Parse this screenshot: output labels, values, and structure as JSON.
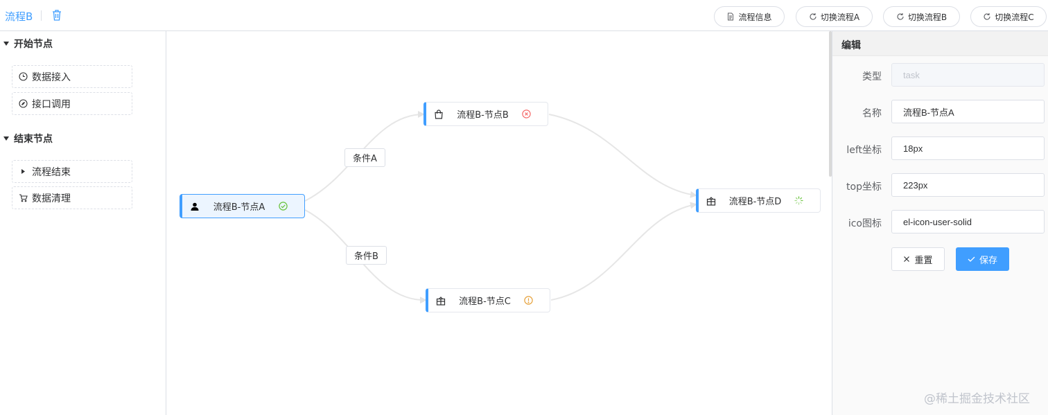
{
  "header": {
    "flow_title": "流程B",
    "buttons": [
      {
        "label": "流程信息",
        "icon": "document-icon"
      },
      {
        "label": "切换流程A",
        "icon": "refresh-icon"
      },
      {
        "label": "切换流程B",
        "icon": "refresh-icon"
      },
      {
        "label": "切换流程C",
        "icon": "refresh-icon"
      }
    ]
  },
  "palette": {
    "groups": [
      {
        "label": "开始节点",
        "items": [
          {
            "label": "数据接入",
            "icon": "clock-icon"
          },
          {
            "label": "接口调用",
            "icon": "compass-icon"
          }
        ]
      },
      {
        "label": "结束节点",
        "items": [
          {
            "label": "流程结束",
            "icon": "caret-right-icon"
          },
          {
            "label": "数据清理",
            "icon": "cart-icon"
          }
        ]
      }
    ]
  },
  "canvas": {
    "nodes": [
      {
        "label": "流程B-节点A",
        "icon": "user-icon",
        "status": "success",
        "active": true
      },
      {
        "label": "流程B-节点B",
        "icon": "bag-icon",
        "status": "error"
      },
      {
        "label": "流程B-节点C",
        "icon": "gift-icon",
        "status": "warning"
      },
      {
        "label": "流程B-节点D",
        "icon": "gift-icon",
        "status": "running"
      }
    ],
    "edge_labels": [
      "条件A",
      "条件B"
    ],
    "colors": {
      "success": "#67c23a",
      "error": "#f56c6c",
      "warning": "#e6a23c",
      "running": "#67c23a",
      "accent": "#409eff"
    }
  },
  "editor": {
    "title": "编辑",
    "fields": [
      {
        "label": "类型",
        "value": "task",
        "disabled": true
      },
      {
        "label": "名称",
        "value": "流程B-节点A"
      },
      {
        "label": "left坐标",
        "value": "18px"
      },
      {
        "label": "top坐标",
        "value": "223px"
      },
      {
        "label": "ico图标",
        "value": "el-icon-user-solid"
      }
    ],
    "reset_label": "重置",
    "save_label": "保存"
  },
  "watermark": "@稀土掘金技术社区"
}
